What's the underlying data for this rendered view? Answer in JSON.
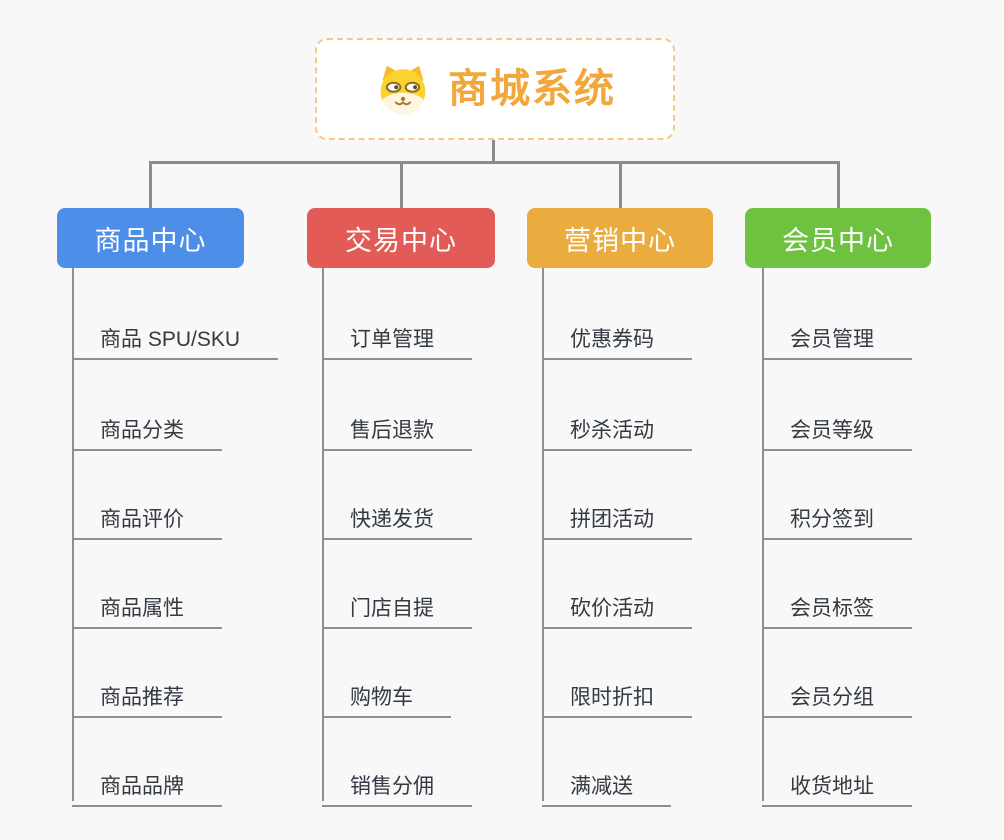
{
  "root": {
    "title": "商城系统",
    "icon": "doge-icon"
  },
  "colors": {
    "background": "#f8f8f8",
    "root_text": "#f1a73c",
    "root_border": "#f5c887",
    "connector": "#8c8c8c",
    "leaf_text": "#333a42",
    "branch_product": "#4d8ee9",
    "branch_trade": "#e25b57",
    "branch_marketing": "#ebac3f",
    "branch_member": "#6ec23f"
  },
  "branches": [
    {
      "label": "商品中心",
      "color": "#4d8ee9",
      "items": [
        "商品 SPU/SKU",
        "商品分类",
        "商品评价",
        "商品属性",
        "商品推荐",
        "商品品牌"
      ]
    },
    {
      "label": "交易中心",
      "color": "#e25b57",
      "items": [
        "订单管理",
        "售后退款",
        "快递发货",
        "门店自提",
        "购物车",
        "销售分佣"
      ]
    },
    {
      "label": "营销中心",
      "color": "#ebac3f",
      "items": [
        "优惠券码",
        "秒杀活动",
        "拼团活动",
        "砍价活动",
        "限时折扣",
        "满减送"
      ]
    },
    {
      "label": "会员中心",
      "color": "#6ec23f",
      "items": [
        "会员管理",
        "会员等级",
        "积分签到",
        "会员标签",
        "会员分组",
        "收货地址"
      ]
    }
  ]
}
